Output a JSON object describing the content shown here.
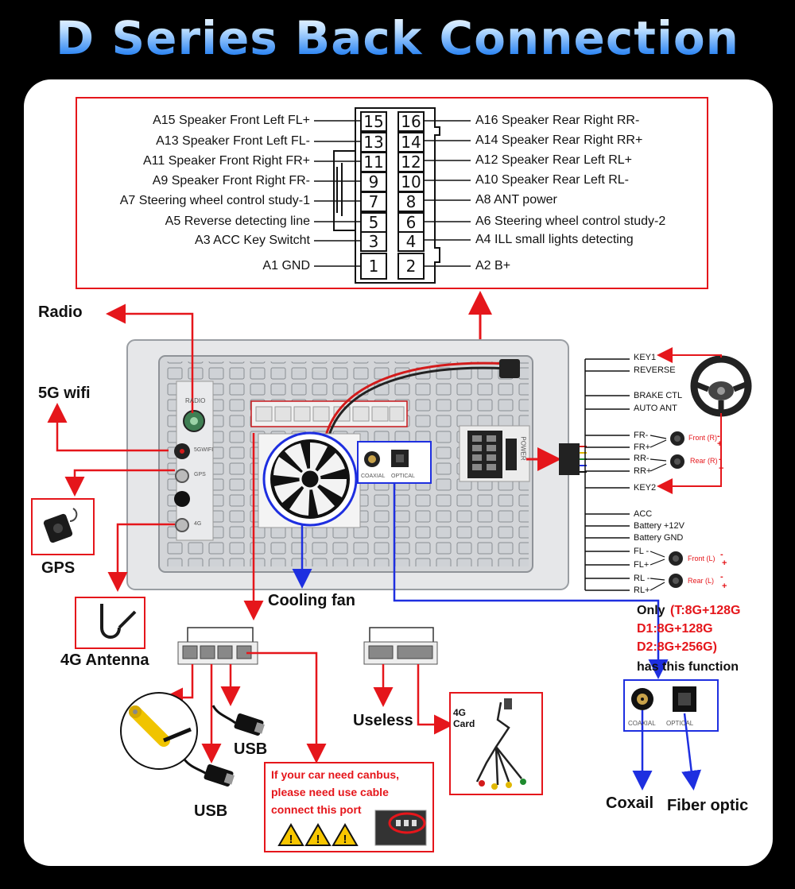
{
  "title": "D Series Back Connection",
  "harness": {
    "left": [
      "A15 Speaker Front Left FL+",
      "A13 Speaker Front Left FL-",
      "A11 Speaker Front Right FR+",
      "A9 Speaker Front Right FR-",
      "A7 Steering wheel control study-1",
      "A5 Reverse detecting line",
      "A3 ACC Key Switcht",
      "A1 GND"
    ],
    "right": [
      "A16 Speaker Rear Right RR-",
      "A14 Speaker Rear Right RR+",
      "A12 Speaker Rear Left RL+",
      "A10 Speaker Rear Left RL-",
      "A8 ANT power",
      "A6 Steering wheel control study-2",
      "A4 ILL small lights detecting",
      "A2 B+"
    ],
    "pins_left": [
      "15",
      "13",
      "11",
      "9",
      "7",
      "5",
      "3",
      "1"
    ],
    "pins_right": [
      "16",
      "14",
      "12",
      "10",
      "8",
      "6",
      "4",
      "2"
    ]
  },
  "labels": {
    "radio": "Radio",
    "wifi": "5G wifi",
    "gps": "GPS",
    "antenna": "4G Antenna",
    "cooling_fan": "Cooling fan",
    "usb1": "USB",
    "usb2": "USB",
    "useless": "Useless",
    "card": "4G\nCard",
    "coaxial": "Coxail",
    "fiber": "Fiber optic"
  },
  "unit_print": {
    "radio": "RADIO",
    "wifi": "5GWIFI",
    "gps": "GPS",
    "g4": "4G",
    "coaxial": "COAXIAL",
    "optical": "OPTICAL",
    "power": "POWER"
  },
  "wiring": {
    "top": [
      "KEY1",
      "REVERSE",
      "BRAKE CTL",
      "AUTO ANT",
      "FR-",
      "FR+",
      "RR-",
      "RR+",
      "KEY2"
    ],
    "bottom": [
      "ACC",
      "Battery +12V",
      "Battery GND",
      "FL -",
      "FL+",
      "RL -",
      "RL+"
    ],
    "speakers": [
      "Front (R)",
      "Rear (R)",
      "Front (L)",
      "Rear (L)"
    ],
    "signs": [
      "-",
      "+"
    ]
  },
  "only_note": {
    "only": "Only",
    "t": "(T:8G+128G",
    "d1": "D1:8G+128G",
    "d2": "D2:8G+256G)",
    "has": "has this function"
  },
  "canbus_note": {
    "line1": "If your car need canbus,",
    "line2": "please need use cable",
    "line3": "connect this port"
  },
  "colors": {
    "red": "#e5161b",
    "blue": "#1e2fe0",
    "panel": "#ffffff",
    "background": "#000000"
  }
}
